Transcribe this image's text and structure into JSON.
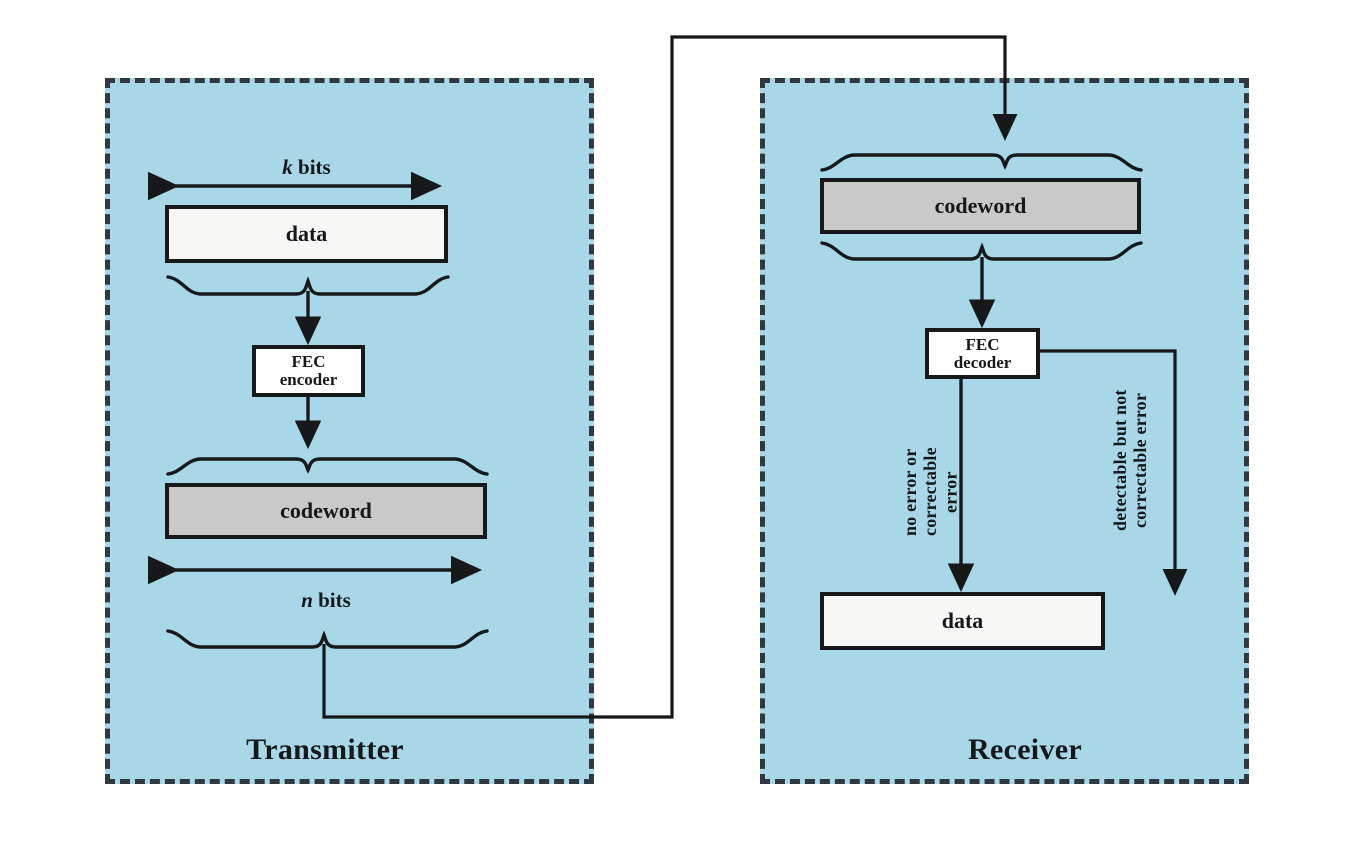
{
  "diagram": {
    "title": "FEC forward error correction transmitter receiver block diagram",
    "colors": {
      "panel_fill": "#a8d8e8",
      "panel_border": "#2f3a40",
      "line": "#16181a",
      "data_block_fill": "#f7f7f5",
      "codeword_block_fill": "#c9c9c9",
      "fec_block_fill": "#ffffff",
      "page_background": "#ffffff"
    }
  },
  "transmitter": {
    "label": "Transmitter",
    "dimension_top": "k bits",
    "dimension_top_symbol": "k",
    "dimension_top_unit": "bits",
    "dimension_bottom": "n bits",
    "dimension_bottom_symbol": "n",
    "dimension_bottom_unit": "bits",
    "data_block": "data",
    "encoder_line1": "FEC",
    "encoder_line2": "encoder",
    "codeword_block": "codeword"
  },
  "receiver": {
    "label": "Receiver",
    "codeword_block": "codeword",
    "decoder_line1": "FEC",
    "decoder_line2": "decoder",
    "data_block": "data",
    "path_label_left": "no error or\ncorrectable\nerror",
    "path_label_right": "detectable but not\ncorrectable error"
  }
}
